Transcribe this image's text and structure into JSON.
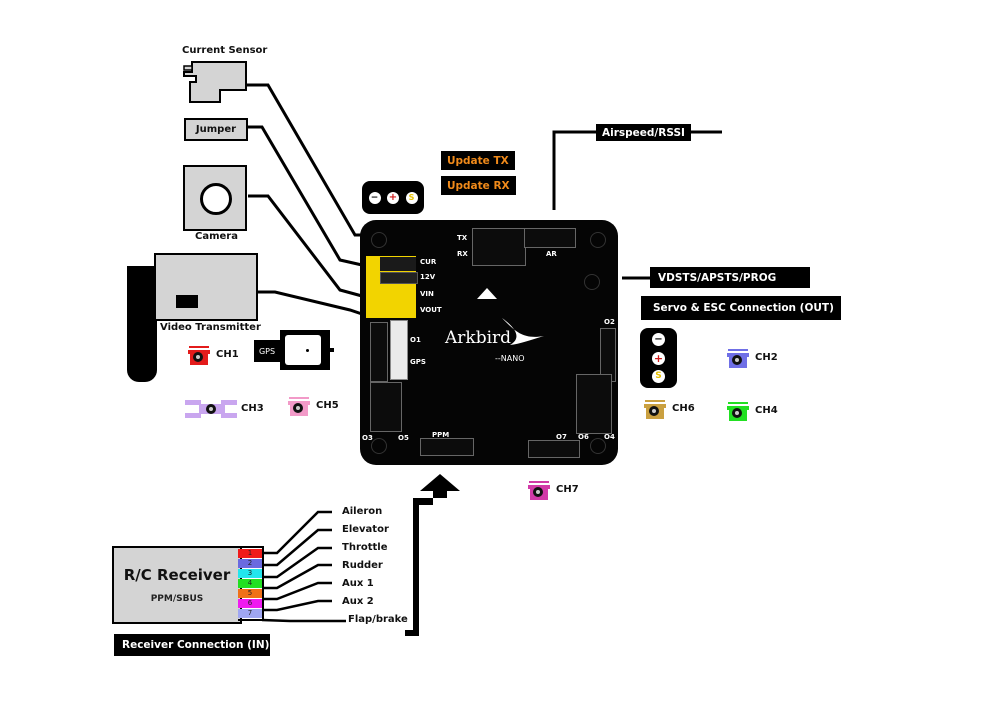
{
  "peripherals": {
    "current_sensor": "Current Sensor",
    "jumper": "Jumper",
    "camera": "Camera",
    "video_tx": "Video Transmitter",
    "gps": "GPS"
  },
  "update": {
    "tx": "Update TX",
    "rx": "Update RX"
  },
  "power_pins": {
    "neg": "−",
    "pos": "+",
    "sig": "S"
  },
  "board": {
    "brand": "Arkbird",
    "model": "--NANO",
    "pins": {
      "tx": "TX",
      "rx": "RX",
      "ar": "AR",
      "cur": "CUR",
      "v12": "12V",
      "vin": "VIN",
      "vout": "VOUT",
      "o1": "O1",
      "gps": "GPS",
      "o2": "O2",
      "o3": "O3",
      "o4": "O4",
      "o5": "O5",
      "o6": "O6",
      "o7": "O7",
      "ppm": "PPM"
    }
  },
  "callouts": {
    "airspeed": "Airspeed/RSSI",
    "vdsts": "VDSTS/APSTS/PROG",
    "servo_out": "Servo & ESC Connection (OUT)",
    "receiver_in": "Receiver Connection (IN)"
  },
  "servos": [
    {
      "label": "CH1",
      "color": "#e31b1b",
      "num": "1"
    },
    {
      "label": "CH2",
      "color": "#6f6fe6",
      "num": "2"
    },
    {
      "label": "CH3",
      "color": "#c9a6ef",
      "num": "3"
    },
    {
      "label": "CH4",
      "color": "#22e022",
      "num": "4"
    },
    {
      "label": "CH5",
      "color": "#f29ac8",
      "num": "5"
    },
    {
      "label": "CH6",
      "color": "#caa040",
      "num": "6"
    },
    {
      "label": "CH7",
      "color": "#d23aa8",
      "num": "7"
    }
  ],
  "receiver": {
    "title": "R/C Receiver",
    "subtitle": "PPM/SBUS",
    "channels": [
      {
        "num": "1",
        "name": "Aileron",
        "color": "#f01a1a"
      },
      {
        "num": "2",
        "name": "Elevator",
        "color": "#6a6ae0"
      },
      {
        "num": "3",
        "name": "Throttle",
        "color": "#22e6ee"
      },
      {
        "num": "4",
        "name": "Rudder",
        "color": "#22e022"
      },
      {
        "num": "5",
        "name": "Aux 1",
        "color": "#f07018"
      },
      {
        "num": "6",
        "name": "Aux 2",
        "color": "#f01af0"
      },
      {
        "num": "7",
        "name": "Flap/brake",
        "color": "#9fa6f2"
      }
    ]
  }
}
